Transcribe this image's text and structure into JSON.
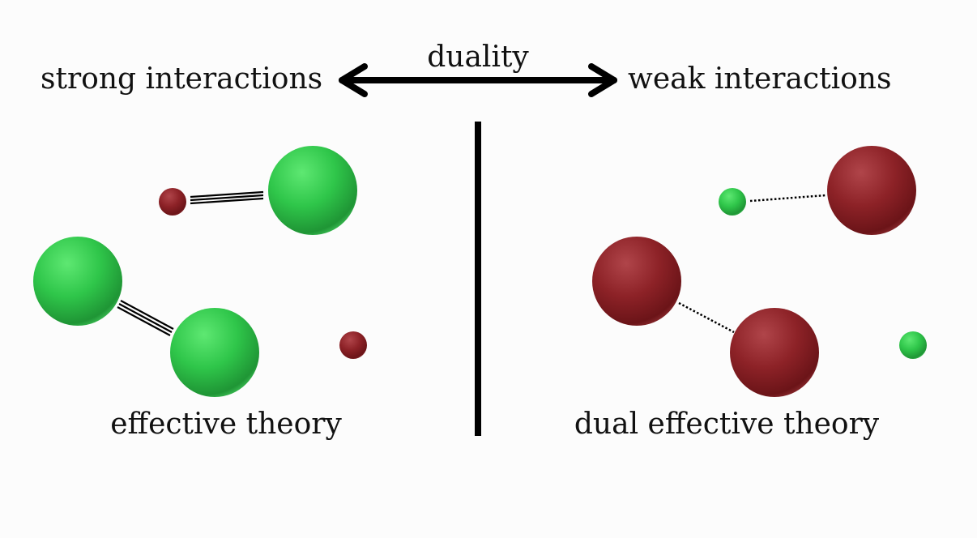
{
  "header": {
    "left_label": "strong interactions",
    "arrow_label": "duality",
    "right_label": "weak interactions"
  },
  "left_panel": {
    "caption": "effective theory",
    "bond_style": "triple-line"
  },
  "right_panel": {
    "caption": "dual effective theory",
    "bond_style": "dotted"
  },
  "colors": {
    "green": "#2ecc4a",
    "red": "#8a1f22",
    "ink": "#000000",
    "background": "#fcfcfc"
  }
}
